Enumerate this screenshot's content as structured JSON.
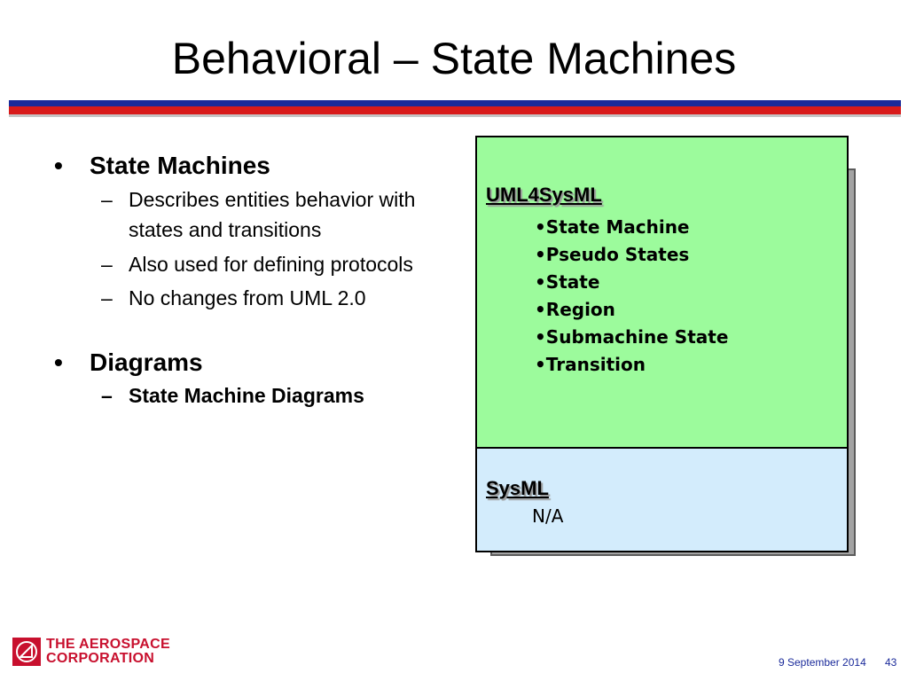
{
  "slide": {
    "title": "Behavioral – State Machines",
    "bullets": [
      {
        "label": "State Machines",
        "subitems": [
          {
            "text": "Describes entities behavior with states and transitions"
          },
          {
            "text": "Also used for defining protocols"
          },
          {
            "text": "No changes from UML 2.0"
          }
        ]
      },
      {
        "label": "Diagrams",
        "subitems": [
          {
            "text": "State Machine Diagrams"
          }
        ]
      }
    ],
    "bullet_glyph": "•",
    "dash_glyph": "–"
  },
  "panel": {
    "uml4sysml": {
      "heading": "UML4SysML",
      "items": [
        "State Machine",
        "Pseudo States",
        "State",
        "Region",
        "Submachine State",
        "Transition"
      ],
      "color": "#9cfb9c"
    },
    "sysml": {
      "heading": "SysML",
      "value": "N/A",
      "color": "#d3ecfc"
    }
  },
  "footer": {
    "logo_line1": "THE AEROSPACE",
    "logo_line2": "CORPORATION",
    "logo_icon": "aerospace-logo-icon",
    "date": "9 September 2014",
    "page_number": "43",
    "brand_color": "#c8102e",
    "footer_color": "#1a2a9a"
  }
}
